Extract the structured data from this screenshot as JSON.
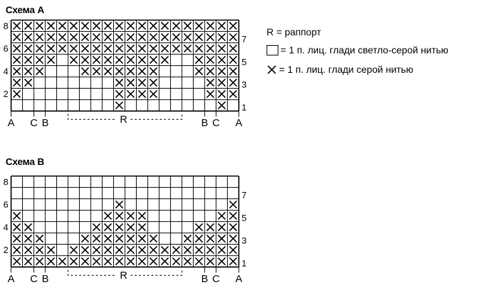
{
  "scheme_a": {
    "title": "Схема А",
    "left_row_labels": [
      "8",
      "6",
      "4",
      "2"
    ],
    "right_row_labels": [
      "7",
      "5",
      "3",
      "1"
    ],
    "bottom_labels": [
      "A",
      "C",
      "B",
      "R",
      "B",
      "C",
      "A"
    ],
    "rows_top_to_bottom": [
      "XXXXXXXXXXXXXXXXXXXX",
      "XXXXXXXXXXXXXXXXXXXX",
      "XXXXXXXXXXXXXXXXXXXX",
      "XXXX.XXXXXXXXX..XXXX",
      "XXX...XXXXXXX...XXXX",
      "XX.......XXXX....XXX",
      "X........XXXX....XXX",
      ".........X........X."
    ]
  },
  "scheme_b": {
    "title": "Схема В",
    "left_row_labels": [
      "8",
      "6",
      "4",
      "2"
    ],
    "right_row_labels": [
      "7",
      "5",
      "3",
      "1"
    ],
    "bottom_labels": [
      "A",
      "C",
      "B",
      "R",
      "B",
      "C",
      "A"
    ],
    "rows_top_to_bottom": [
      "....................",
      "....................",
      ".........X.........X",
      "X.......XXXX......XX",
      "XX.....XXXXX....XXXX",
      "XXX...XXXXXXX..XXXXX",
      "XXXX.XXXXXXXXXXXXXXX",
      "XXXXXXXXXXXXXXXXXXXX"
    ]
  },
  "legend": {
    "repeat": "R = раппорт",
    "light_grey": "= 1 п. лиц. глади светло-серой нитью",
    "grey": "= 1 п. лиц. глади серой нитью",
    "light_grey_icon": "empty-square-icon",
    "grey_icon": "cross-icon"
  }
}
